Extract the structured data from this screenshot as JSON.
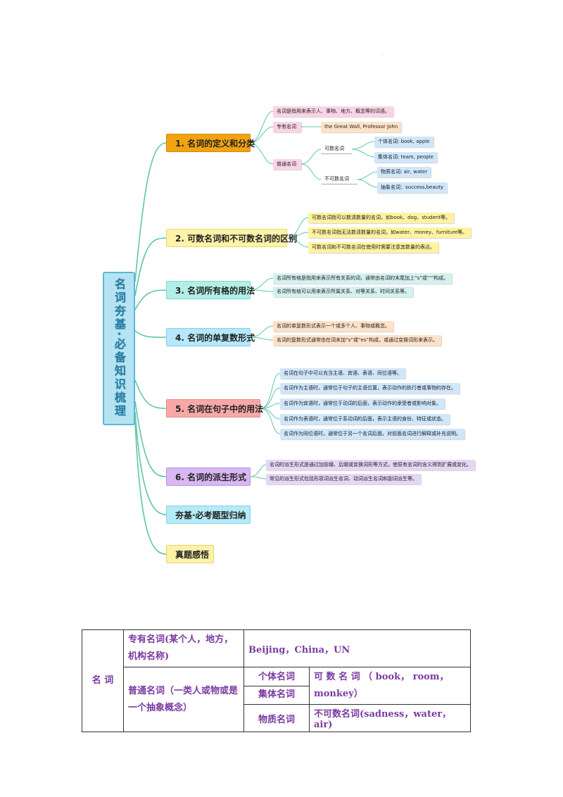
{
  "mindmap": {
    "root": "名词夯基·必备知识梳理",
    "categories": [
      "1. 名词的定义和分类",
      "2. 可数名词和不可数名词的区别",
      "3. 名词所有格的用法",
      "4. 名词的单复数形式",
      "5. 名词在句子中的用法",
      "6. 名词的派生形式",
      "夯基·必考题型归纳",
      "真题感悟"
    ],
    "c1": {
      "definition": "名词是指用来表示人、事物、地方、概念等的词语。",
      "proper": "专有名词",
      "proper_example": "the Great Wall, Professor John",
      "common": "普通名词",
      "countable": "可数名词",
      "individual": "个体名词: book, apple",
      "collective": "集体名词: team, people",
      "uncountable": "不可数名词",
      "material": "物质名词: air, water",
      "abstract": "抽象名词：success,beauty"
    },
    "c2": [
      "可数名词指可以数清数量的名词，如book、dog、student等。",
      "不可数名词指无法数清数量的名词，如water、money、furniture等。",
      "可数名词和不可数名词在使用时需要注意其数量的表达。"
    ],
    "c3": [
      "名词所有格是指用来表示所有关系的词，通常由名词的末尾加上“s”或“'”构成。",
      "名词所有格可以用来表示所属关系、对等关系、时间关系等。"
    ],
    "c4": [
      "名词的单复数形式表示一个或多个人、事物或概念。",
      "名词的复数形式通常由在词末加“s”或“es”构成，或通过变换词形来表示。"
    ],
    "c5": [
      "名词在句子中可以充当主语、宾语、表语、同位语等。",
      "名词作为主语时，通常位于句子的主语位置，表示动作的执行者或事物的存在。",
      "名词作为宾语时，通常位于动词的后面，表示动作的承受者或影响对象。",
      "名词作为表语时，通常位于系动词的后面，表示主语的身份、特征或状态。",
      "名词作为同位语时，通常位于另一个名词后面，对前面名词进行解释或补充说明。"
    ],
    "c6": [
      "名词的派生形式是通过加前缀、后缀或变换词形等方式，使原有名词的含义得到扩展或变化。",
      "常见的派生形式包括形容词派生名词、动词派生名词和副词派生等。"
    ],
    "dots": "·  ·"
  },
  "table": {
    "side": "名 词",
    "proper_label": "专有名词(某个人，地方，机构名称)",
    "proper_examples": "Beijing，China，UN",
    "common_label": "普通名词（一类人或物或是一个抽象概念）",
    "individual": "个体名词",
    "collective": "集体名词",
    "material": "物质名词",
    "countable_examples": "可 数 名 词 （ book， room，monkey）",
    "uncountable_examples": "不可数名词(sadness，water，air)"
  },
  "colors": {
    "link": "#5fc7a7",
    "root_fill": "#b5e3f2",
    "table_text": "#7a3aa0"
  }
}
